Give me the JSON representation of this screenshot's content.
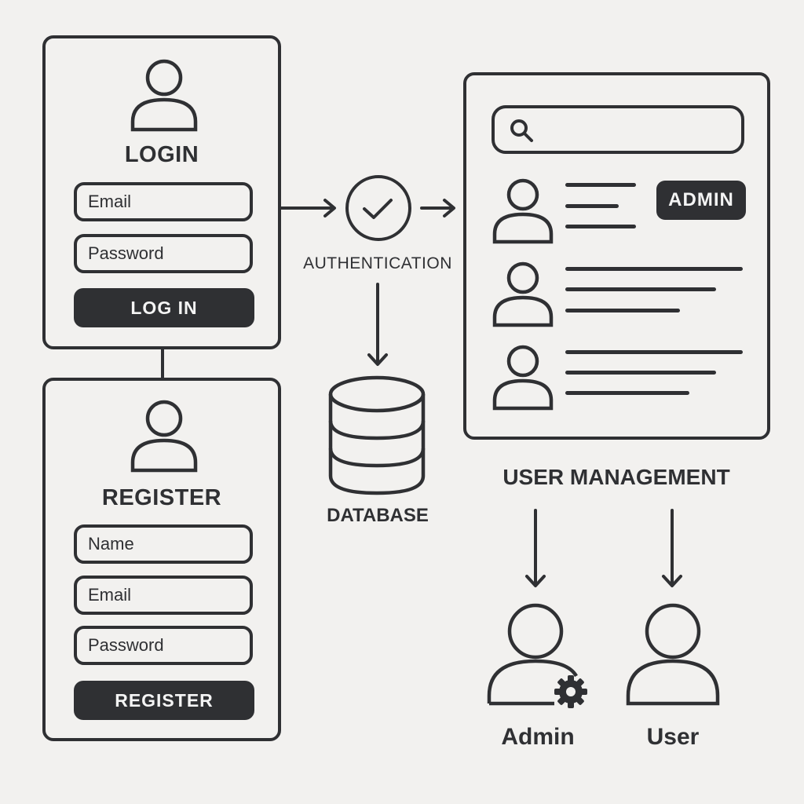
{
  "login": {
    "title": "LOGIN",
    "email_placeholder": "Email",
    "password_placeholder": "Password",
    "button_label": "LOG IN"
  },
  "register": {
    "title": "REGISTER",
    "name_placeholder": "Name",
    "email_placeholder": "Email",
    "password_placeholder": "Password",
    "button_label": "REGISTER"
  },
  "authentication": {
    "label": "AUTHENTICATION"
  },
  "database": {
    "label": "DATABASE"
  },
  "user_management": {
    "label": "USER MANAGEMENT",
    "admin_badge": "ADMIN"
  },
  "roles": {
    "admin": "Admin",
    "user": "User"
  },
  "icons": {
    "user": "user-icon",
    "check": "check-circle-icon",
    "search": "search-icon",
    "database": "database-icon",
    "gear": "gear-icon"
  },
  "colors": {
    "ink": "#2f3033",
    "background": "#f2f1ef",
    "button_text": "#f4f4f4"
  }
}
